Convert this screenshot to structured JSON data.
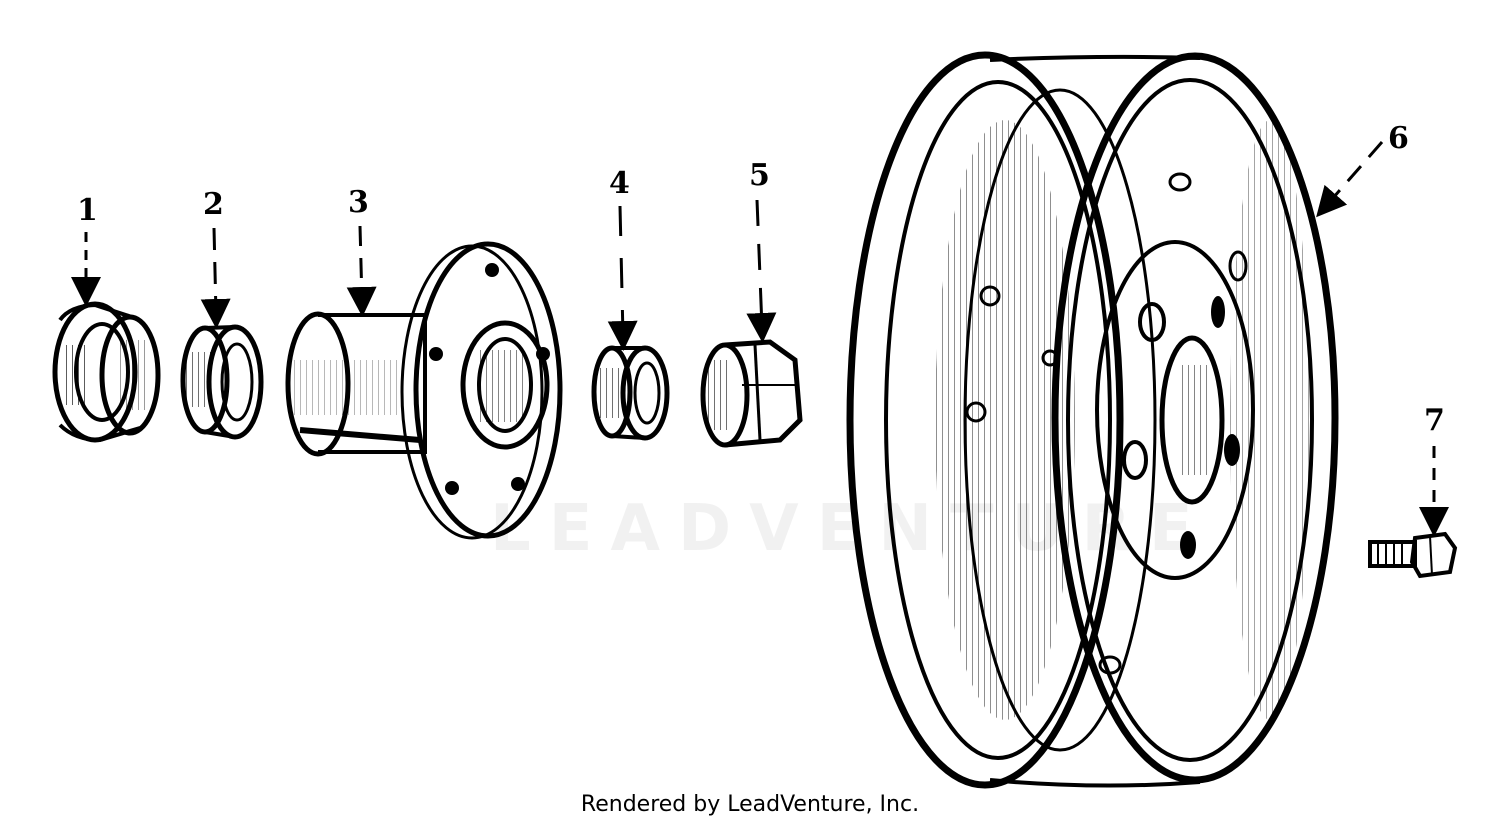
{
  "parts": [
    {
      "number": "1",
      "name": "bearing-cup"
    },
    {
      "number": "2",
      "name": "bearing-cone"
    },
    {
      "number": "3",
      "name": "wheel-hub"
    },
    {
      "number": "4",
      "name": "outer-bearing"
    },
    {
      "number": "5",
      "name": "hub-cap"
    },
    {
      "number": "6",
      "name": "wheel-rim"
    },
    {
      "number": "7",
      "name": "wheel-bolt"
    }
  ],
  "watermark": "LEADVENTURE",
  "footer": "Rendered by LeadVenture, Inc."
}
